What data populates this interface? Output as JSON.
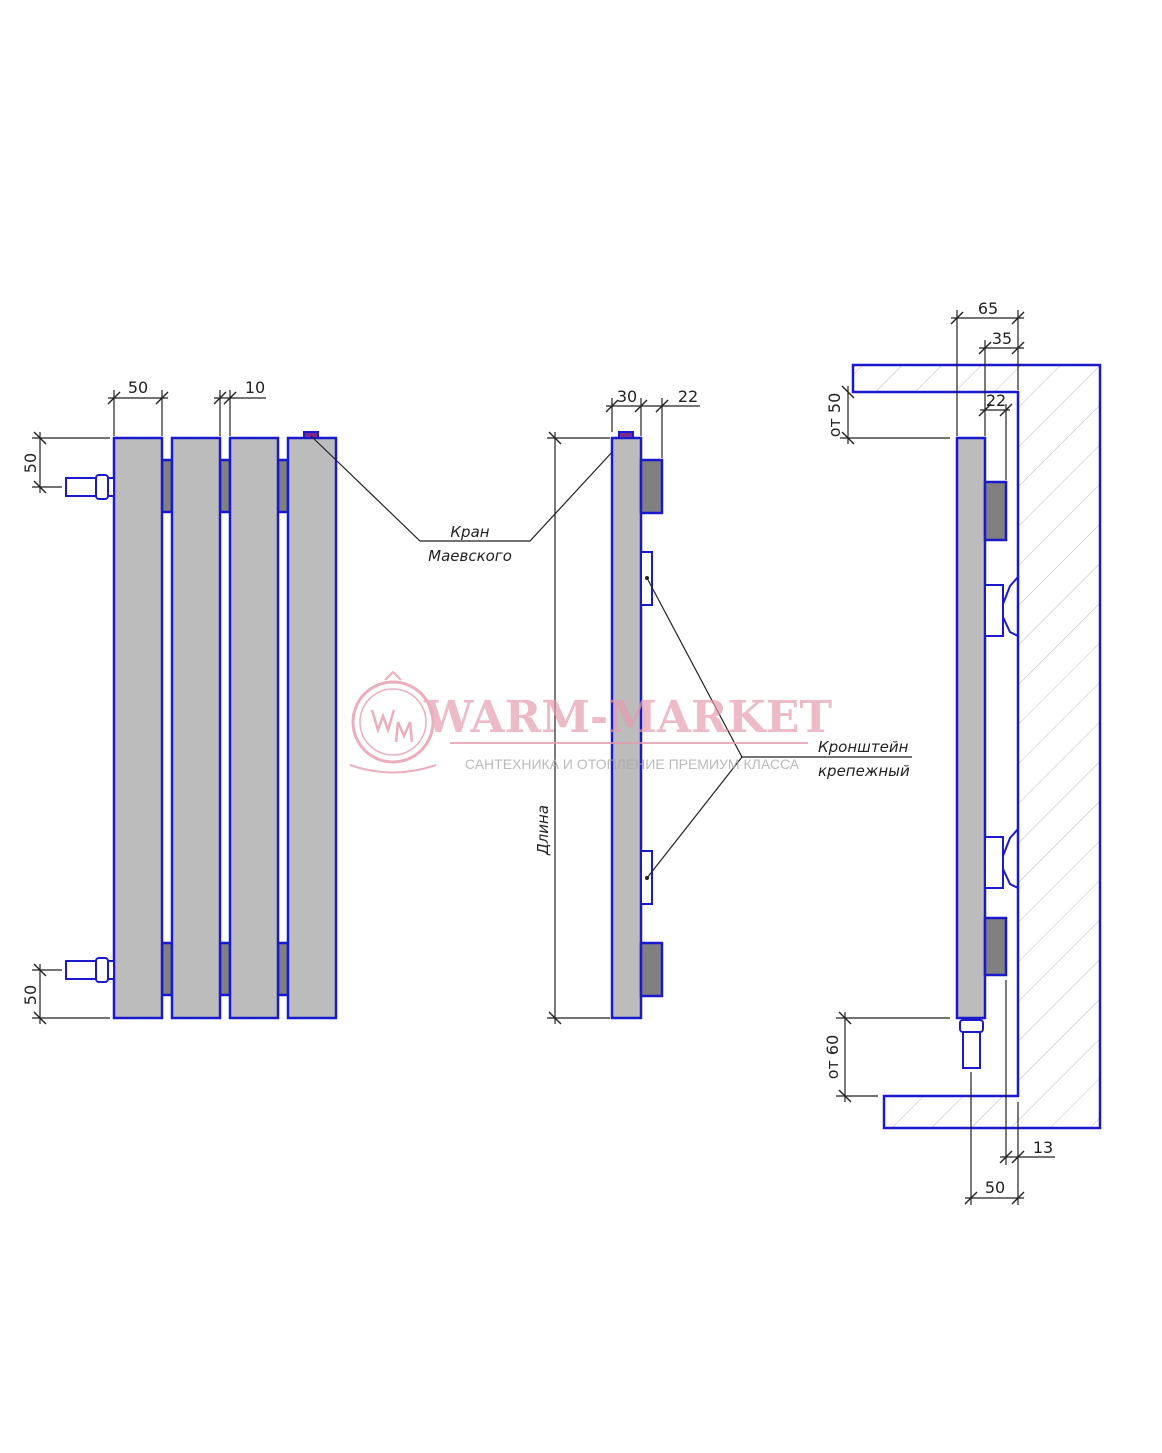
{
  "dimensions": {
    "section_width": "50",
    "section_gap": "10",
    "pipe_top_offset": "50",
    "pipe_bottom_offset": "50",
    "depth": "30",
    "bracket_depth": "22",
    "length_label": "Длина",
    "wall_total": "65",
    "wall_gap": "35",
    "wall_bracket": "22",
    "top_clearance": "от 50",
    "bottom_clearance": "от 60",
    "bottom_wall_offset": "13",
    "bottom_pipe_offset": "50"
  },
  "labels": {
    "valve_line1": "Кран",
    "valve_line2": "Маевского",
    "bracket_line1": "Кронштейн",
    "bracket_line2": "крепежный"
  },
  "watermark": {
    "brand": "WARM-MARKET",
    "logo_letters": "WM",
    "tagline": "САНТЕХНИКА И ОТОПЛЕНИЕ ПРЕМИУМ КЛАССА"
  },
  "colors": {
    "outline": "#1a1acc",
    "body": "#bcbcbc",
    "connector": "#808080",
    "watermark": "#e59aae"
  }
}
